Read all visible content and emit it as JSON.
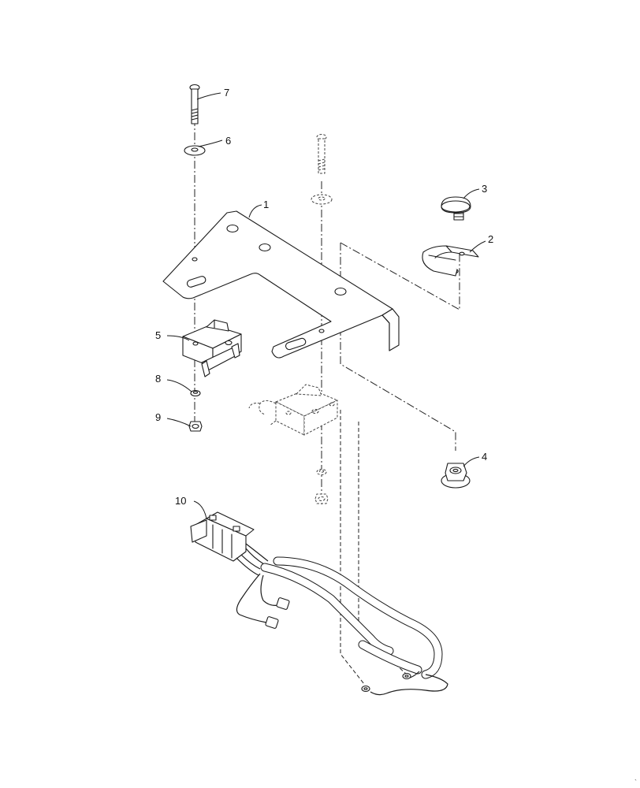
{
  "callouts": [
    {
      "id": "1",
      "label": "1"
    },
    {
      "id": "2",
      "label": "2"
    },
    {
      "id": "3",
      "label": "3"
    },
    {
      "id": "4",
      "label": "4"
    },
    {
      "id": "5",
      "label": "5"
    },
    {
      "id": "6",
      "label": "6"
    },
    {
      "id": "7",
      "label": "7"
    },
    {
      "id": "8",
      "label": "8"
    },
    {
      "id": "9",
      "label": "9"
    },
    {
      "id": "10",
      "label": "10"
    }
  ],
  "corner_mark": "`"
}
